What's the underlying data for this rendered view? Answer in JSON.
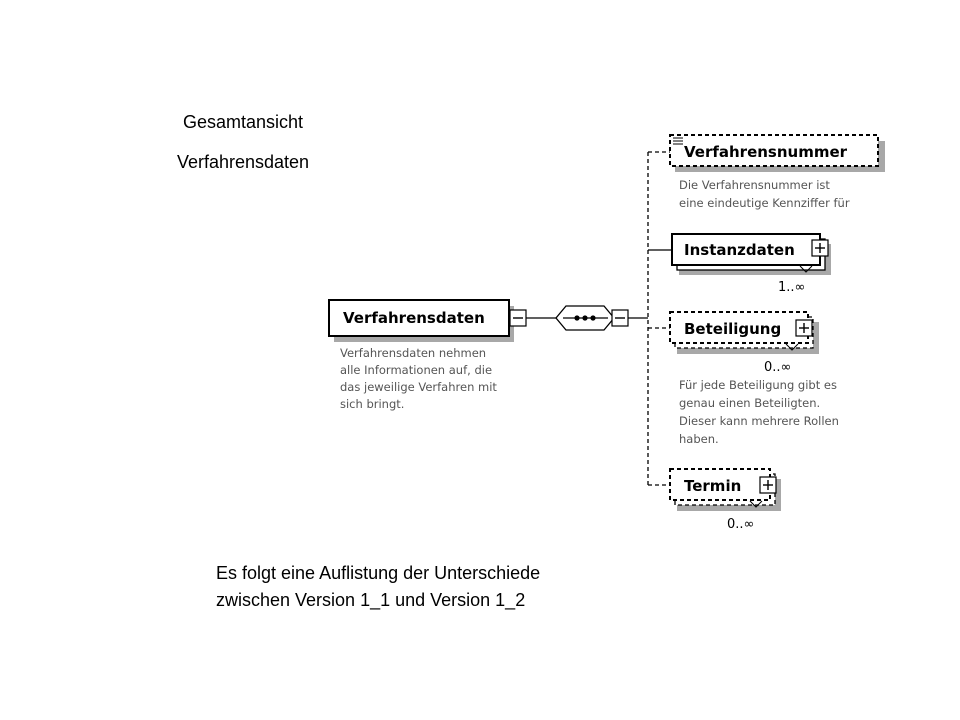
{
  "heading": {
    "line1": "Gesamtansicht",
    "line2": "Verfahrensdaten"
  },
  "footer": {
    "line1": "Es folgt eine Auflistung der Unterschiede",
    "line2": "zwischen Version 1_1 und Version 1_2"
  },
  "diagram": {
    "root": {
      "label": "Verfahrensdaten",
      "doc": [
        "Verfahrensdaten nehmen",
        "alle Informationen auf, die",
        "das jeweilige Verfahren mit",
        "sich bringt."
      ]
    },
    "elements": [
      {
        "label": "Verfahrensnummer",
        "doc": [
          "Die Verfahrensnummer ist",
          "eine eindeutige Kennziffer für"
        ]
      },
      {
        "label": "Instanzdaten",
        "cardinality": "1..∞"
      },
      {
        "label": "Beteiligung",
        "cardinality": "0..∞",
        "doc": [
          "Für jede Beteiligung gibt es",
          "genau einen Beteiligten.",
          "Dieser kann mehrere Rollen",
          "haben."
        ]
      },
      {
        "label": "Termin",
        "cardinality": "0..∞"
      }
    ]
  },
  "colors": {
    "shadow": "#a8a8a8",
    "doc_text": "#555555",
    "line": "#000000"
  }
}
